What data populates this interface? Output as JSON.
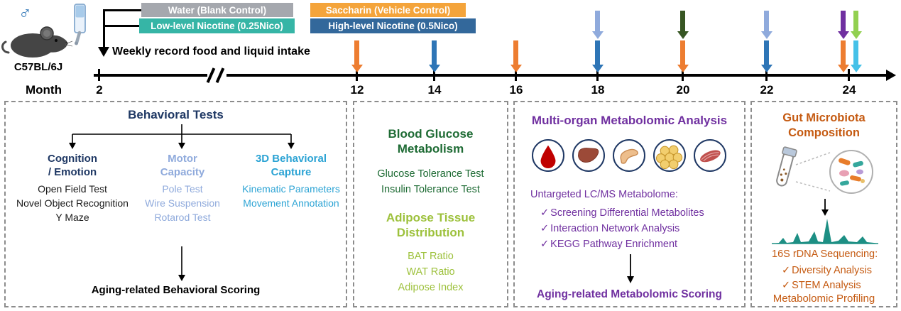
{
  "subject": {
    "sex_symbol": "♂",
    "strain": "C57BL/6J"
  },
  "legend": {
    "water": {
      "label": "Water (Blank Control)",
      "color": "#A5A8AE"
    },
    "low_nicotine": {
      "label": "Low-level Nicotine (0.25Nico)",
      "color": "#36B5A6"
    },
    "saccharin": {
      "label": "Saccharin (Vehicle Control)",
      "color": "#F4A43B"
    },
    "high_nicotine": {
      "label": "High-level Nicotine (0.5Nico)",
      "color": "#33689B"
    }
  },
  "timeline": {
    "weekly_note": "Weekly record food and liquid intake",
    "axis_label": "Month",
    "ticks": [
      "2",
      "12",
      "14",
      "16",
      "18",
      "20",
      "22",
      "24"
    ],
    "arrows": [
      {
        "month": "12",
        "row": "lower",
        "color": "#ED7D31"
      },
      {
        "month": "14",
        "row": "lower",
        "color": "#2E75B6"
      },
      {
        "month": "16",
        "row": "lower",
        "color": "#ED7D31"
      },
      {
        "month": "18",
        "row": "upper",
        "color": "#8FAADC"
      },
      {
        "month": "18",
        "row": "lower",
        "color": "#2E75B6"
      },
      {
        "month": "20",
        "row": "upper",
        "color": "#375623"
      },
      {
        "month": "20",
        "row": "lower",
        "color": "#ED7D31"
      },
      {
        "month": "22",
        "row": "upper",
        "color": "#8FAADC"
      },
      {
        "month": "22",
        "row": "lower",
        "color": "#2E75B6"
      },
      {
        "month": "24",
        "row": "upper",
        "color": "#7030A0"
      },
      {
        "month": "24",
        "row": "upper",
        "color": "#92D050"
      },
      {
        "month": "24",
        "row": "lower",
        "color": "#ED7D31"
      },
      {
        "month": "24",
        "row": "lower",
        "color": "#45C1E8"
      }
    ]
  },
  "panels": {
    "behavioral": {
      "title": "Behavioral Tests",
      "title_color": "#1F3864",
      "columns": [
        {
          "heading_lines": [
            "Cognition",
            "/ Emotion"
          ],
          "heading_color": "#1F3864",
          "item_color": "#1A1A1A",
          "items": [
            "Open Field Test",
            "Novel Object Recognition",
            "Y Maze"
          ]
        },
        {
          "heading_lines": [
            "Motor",
            "Capacity"
          ],
          "heading_color": "#8FAADC",
          "item_color": "#8FAADC",
          "items": [
            "Pole Test",
            "Wire Suspension",
            "Rotarod Test"
          ]
        },
        {
          "heading_lines": [
            "3D Behavioral",
            "Capture"
          ],
          "heading_color": "#2BA3D4",
          "item_color": "#2BA3D4",
          "items": [
            "Kinematic Parameters",
            "Movement Annotation"
          ]
        }
      ],
      "footer": "Aging-related Behavioral Scoring"
    },
    "metabolism": {
      "glucose_title_lines": [
        "Blood Glucose",
        "Metabolism"
      ],
      "glucose_color": "#1E6B34",
      "glucose_items": [
        "Glucose Tolerance Test",
        "Insulin Tolerance Test"
      ],
      "adipose_title_lines": [
        "Adipose Tissue",
        "Distribution"
      ],
      "adipose_color": "#9DC13C",
      "adipose_items": [
        "BAT Ratio",
        "WAT Ratio",
        "Adipose Index"
      ]
    },
    "metabolomics": {
      "title": "Multi-organ Metabolomic Analysis",
      "color": "#7030A0",
      "organs": [
        "blood",
        "liver",
        "pancreas",
        "adipose",
        "muscle"
      ],
      "subtitle": "Untargeted LC/MS Metabolome:",
      "check_glyph": "✓",
      "checklist": [
        "Screening Differential Metabolites",
        "Interaction Network Analysis",
        "KEGG Pathway Enrichment"
      ],
      "footer": "Aging-related Metabolomic Scoring"
    },
    "microbiota": {
      "title_lines": [
        "Gut Microbiota",
        "Composition"
      ],
      "color": "#C55A11",
      "sequencing_title": "16S rDNA Sequencing:",
      "check_glyph": "✓",
      "checklist": [
        "Diversity Analysis",
        "STEM Analysis"
      ],
      "footer": "Metabolomic Profiling"
    }
  }
}
